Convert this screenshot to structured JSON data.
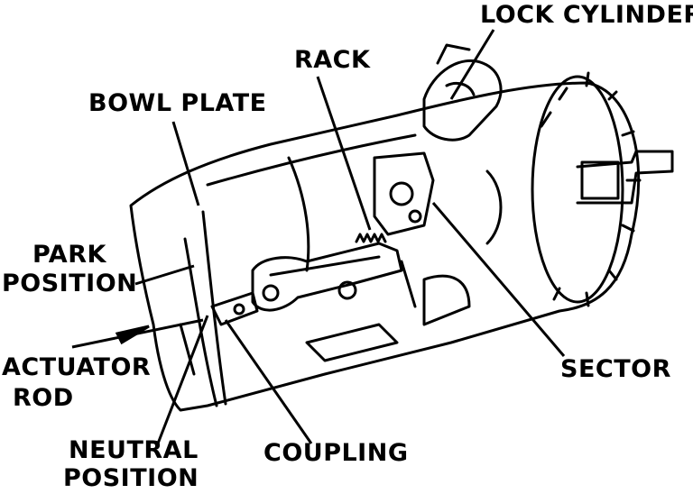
{
  "labels": {
    "lock_cylinder": "LOCK CYLINDER",
    "rack": "RACK",
    "bowl_plate": "BOWL PLATE",
    "park_position_line1": "PARK",
    "park_position_line2": "POSITION",
    "actuator_rod_line1": "ACTUATOR",
    "actuator_rod_line2": "ROD",
    "neutral_position_line1": "NEUTRAL",
    "neutral_position_line2": "POSITION",
    "coupling": "COUPLING",
    "sector": "SECTOR"
  }
}
